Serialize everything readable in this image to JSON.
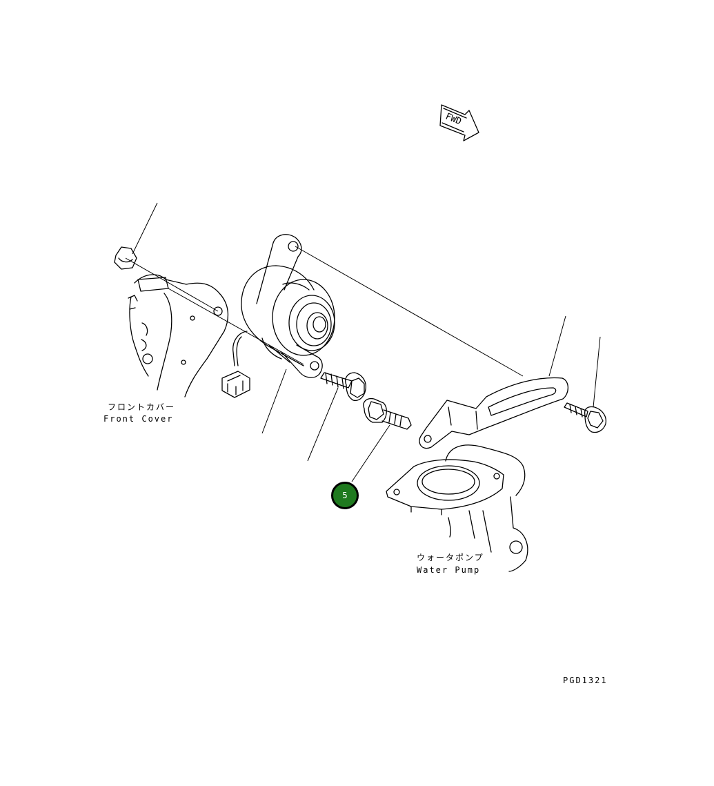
{
  "labels": {
    "front_cover_jp": "フロントカバー",
    "front_cover_en": "Front Cover",
    "water_pump_jp": "ウォータポンプ",
    "water_pump_en": "Water Pump",
    "fwd": "FWD",
    "drawing_code": "PGD1321"
  },
  "callouts": [
    {
      "number": "5"
    }
  ],
  "colors": {
    "callout_fill": "#1f7a1f",
    "line": "#000000",
    "background": "#ffffff"
  }
}
